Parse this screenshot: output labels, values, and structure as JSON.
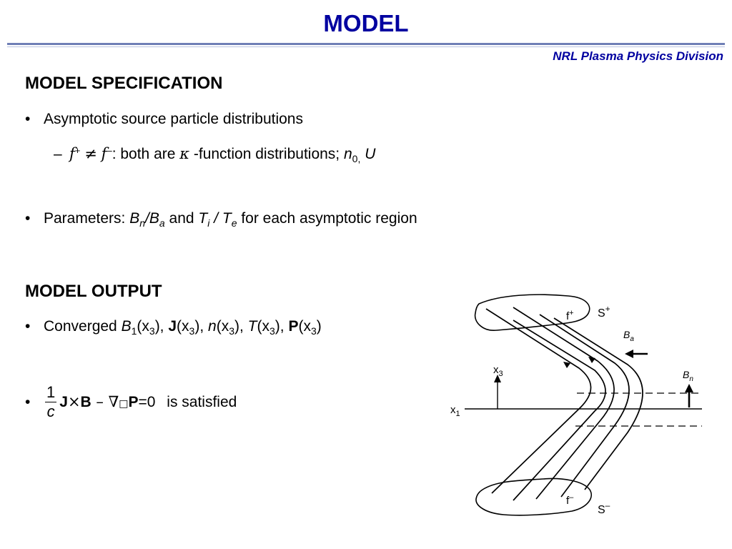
{
  "header": {
    "title": "MODEL",
    "division": "NRL Plasma Physics Division"
  },
  "spec": {
    "heading": "MODEL SPECIFICATION",
    "bullet_char": "•",
    "dash_char": "–",
    "b1_text": "Asymptotic source particle distributions",
    "sub_f": "f",
    "sub_plus": "+",
    "sub_neq": "≠",
    "sub_minus": "–",
    "sub_text1": ": both are ",
    "sub_kappa": "κ",
    "sub_text2": " -function distributions; ",
    "sub_n": "n",
    "sub_n_sub": "0,",
    "sub_U": "U",
    "b2_prefix": "Parameters: ",
    "b2_B": "B",
    "b2_n": "n",
    "b2_slash": "/",
    "b2_a": "a",
    "b2_and": " and ",
    "b2_T": "T",
    "b2_i": "i",
    "b2_slash2": " / ",
    "b2_e": "e",
    "b2_suffix": " for each asymptotic region"
  },
  "output": {
    "heading": "MODEL OUTPUT",
    "b1_prefix": "Converged ",
    "b1_B": "B",
    "b1_1": "1",
    "b1_x3a": "(x",
    "b1_3": "3",
    "b1_close_sep": "), ",
    "b1_J": "J",
    "b1_n": "n",
    "b1_T": "T",
    "b1_P": "P",
    "b1_close": ")",
    "frac_num": "1",
    "frac_den": "c",
    "eq_J": "J",
    "eq_times": "×",
    "eq_B": "B",
    "eq_minus": " – ",
    "eq_nabla": "∇",
    "eq_box": "□",
    "eq_P": "P",
    "eq_zero": "=0",
    "b2_suffix": "is satisfied"
  },
  "diagram": {
    "f_plus": "f",
    "f_plus_sup": "+",
    "s_plus": "S",
    "s_plus_sup": "+",
    "ba": "B",
    "ba_sub": "a",
    "bn": "B",
    "bn_sub": "n",
    "x3": "x",
    "x3_sub": "3",
    "x1": "x",
    "x1_sub": "1",
    "f_minus": "f",
    "f_minus_sup": "–",
    "s_minus": "S",
    "s_minus_sup": "–"
  }
}
